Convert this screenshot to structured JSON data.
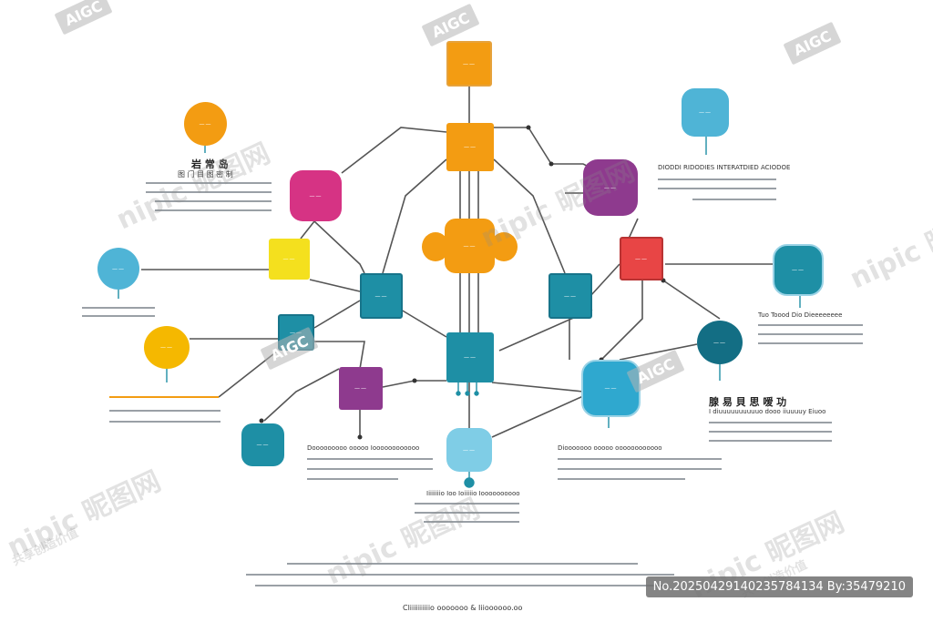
{
  "colors": {
    "orange": "#F39C12",
    "magenta": "#D63384",
    "purple": "#8E3A8E",
    "yellow": "#F4E01E",
    "teal": "#1E8FA5",
    "light_blue": "#4FB4D6",
    "red": "#E84545",
    "edge": "#555555"
  },
  "labels": {
    "left_heading": "岩 常 岛",
    "left_sub": "图 门 目 图 密 制",
    "right_top_caption": "DIODDI RIDODIES INTERATDIED ACIODOE",
    "right_mid_caption": "Tuo    Toood Dio Dieeeeeeee",
    "right_heading": "腺 易 貝 思 嗳 功",
    "right_sub": "I diuuuuuuuuuuo dooo  iiuuuuy Eiuoo",
    "bottom_left_caption": "Dooooooooo ooooo Ioooooooooooo",
    "bottom_mid_caption": "Iiiiiiiio Ioo Ioiiiiio Ioooooooooo",
    "bottom_right_caption": "Diooooooo ooooo oooooooooooo",
    "footer": "Cliiiiiiiiiio    ooooooo    &    Iiioooooo.oo"
  },
  "watermarks": {
    "aigc": "AIGC",
    "nipic": "nipic 昵图网",
    "nipic_sub": "共享创造价值",
    "id_stamp": "No.20250429140235784134 By:35479210"
  }
}
